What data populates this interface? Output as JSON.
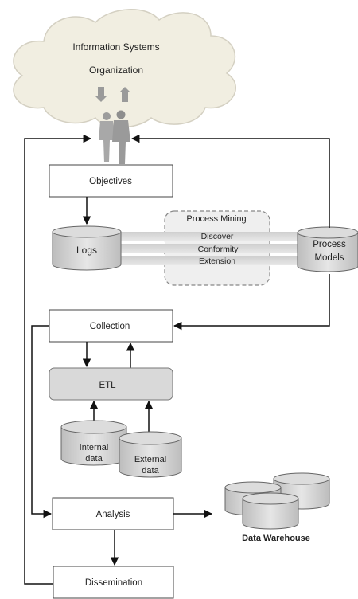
{
  "cloud": {
    "line1": "Information Systems",
    "line2": "Organization"
  },
  "objectives": {
    "label": "Objectives"
  },
  "logs": {
    "label": "Logs"
  },
  "process_mining": {
    "title": "Process Mining",
    "bands": [
      "Discover",
      "Conformity",
      "Extension"
    ]
  },
  "process_models": {
    "line1": "Process",
    "line2": "Models"
  },
  "collection": {
    "label": "Collection"
  },
  "etl": {
    "label": "ETL"
  },
  "internal_data": {
    "line1": "Internal",
    "line2": "data"
  },
  "external_data": {
    "line1": "External",
    "line2": "data"
  },
  "analysis": {
    "label": "Analysis"
  },
  "data_warehouse": {
    "label": "Data Warehouse"
  },
  "dissemination": {
    "label": "Dissemination"
  },
  "icons": {
    "people": "business-people-icon"
  }
}
